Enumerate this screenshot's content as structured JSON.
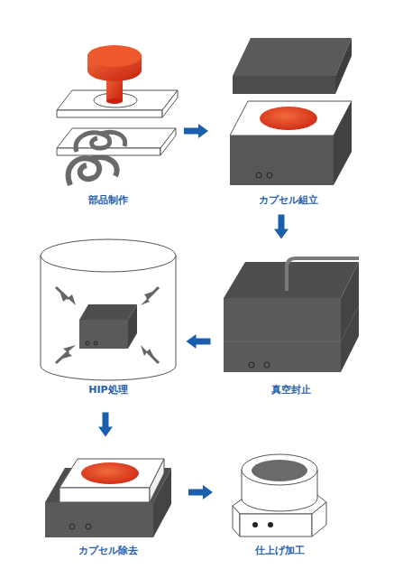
{
  "diagram": {
    "nodes": [
      {
        "text": [
          "部品制作"
        ]
      },
      {
        "text": [
          "カプセル組立"
        ]
      },
      {
        "text": [
          "HIP処理"
        ]
      },
      {
        "text": [
          "真空封止"
        ]
      },
      {
        "text": [
          "カプセル除去"
        ]
      },
      {
        "text": [
          "仕上げ加工"
        ]
      }
    ],
    "edges": [
      {
        "from": 0,
        "to": 1,
        "arrow": "to"
      },
      {
        "from": 1,
        "to": 3,
        "arrow": "to"
      },
      {
        "from": 3,
        "to": 2,
        "arrow": "to"
      },
      {
        "from": 2,
        "to": 4,
        "arrow": "to"
      },
      {
        "from": 4,
        "to": 5,
        "arrow": "to"
      }
    ]
  }
}
